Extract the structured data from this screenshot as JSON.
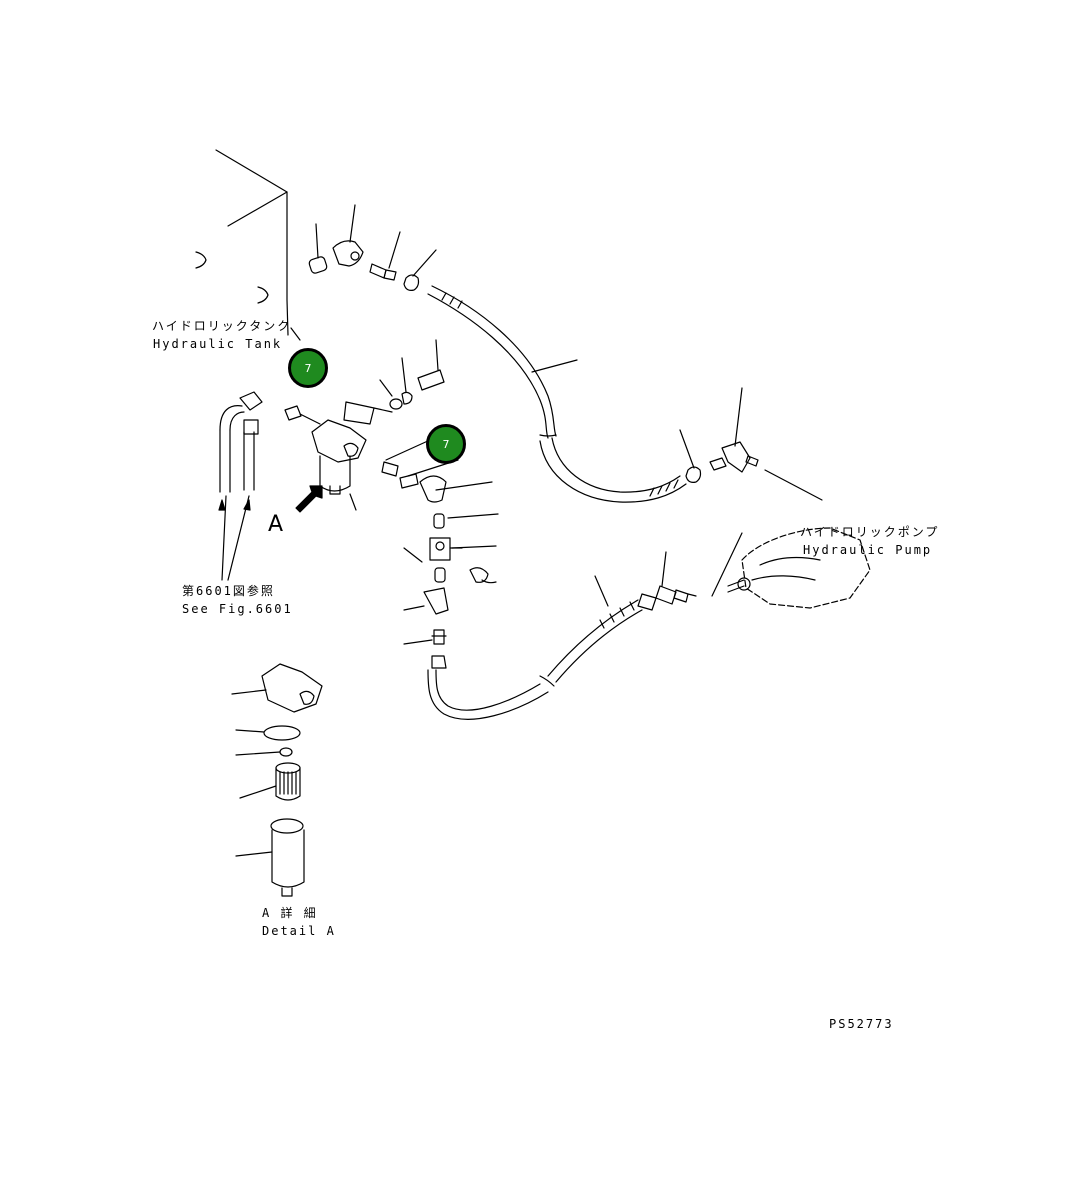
{
  "labels": {
    "tank_jp": "ハイドロリックタンク",
    "tank_en": "Hydraulic Tank",
    "pump_jp": "ハイドロリックポンプ",
    "pump_en": "Hydraulic Pump",
    "ref_jp": "第6601図参照",
    "ref_en": "See Fig.6601",
    "view_letter": "A",
    "detail_jp": "A 詳 細",
    "detail_en": "Detail A",
    "drawing_no": "PS52773"
  },
  "callouts": [
    {
      "label": "7"
    },
    {
      "label": "7"
    }
  ],
  "colors": {
    "callout_fill": "#1f8a1f",
    "line": "#000000"
  }
}
